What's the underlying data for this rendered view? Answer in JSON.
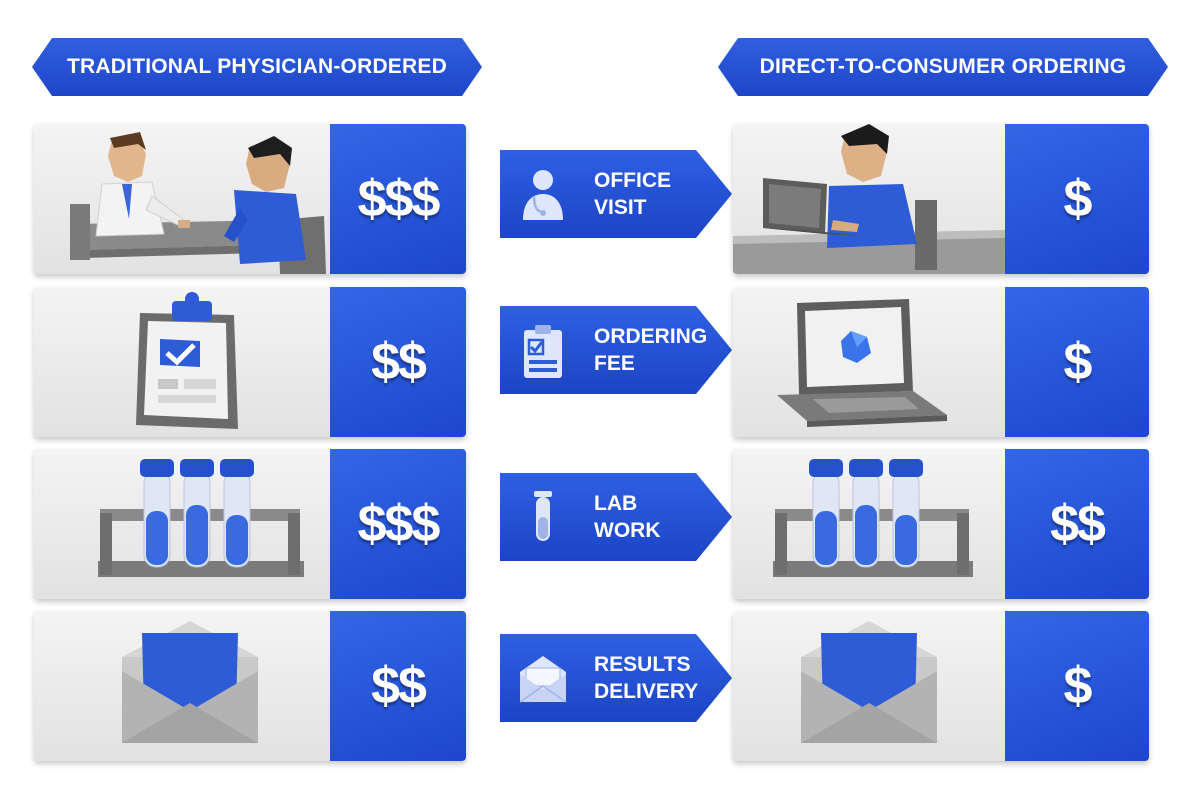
{
  "headers": {
    "traditional": "TRADITIONAL PHYSICIAN-ORDERED",
    "direct": "DIRECT-TO-CONSUMER ORDERING"
  },
  "rows": [
    {
      "step_line1": "OFFICE",
      "step_line2": "VISIT",
      "step_icon": "doctor-icon",
      "traditional_cost": "$$$",
      "traditional_icon": "doctor-patient-consultation-icon",
      "direct_cost": "$",
      "direct_icon": "person-at-laptop-icon"
    },
    {
      "step_line1": "ORDERING",
      "step_line2": "FEE",
      "step_icon": "clipboard-checklist-icon",
      "traditional_cost": "$$",
      "traditional_icon": "clipboard-checkmark-icon",
      "direct_cost": "$",
      "direct_icon": "laptop-icon"
    },
    {
      "step_line1": "LAB",
      "step_line2": "WORK",
      "step_icon": "test-tube-icon",
      "traditional_cost": "$$$",
      "traditional_icon": "test-tube-rack-icon",
      "direct_cost": "$$",
      "direct_icon": "test-tube-rack-icon"
    },
    {
      "step_line1": "RESULTS",
      "step_line2": "DELIVERY",
      "step_icon": "envelope-icon",
      "traditional_cost": "$$",
      "traditional_icon": "open-envelope-icon",
      "direct_cost": "$",
      "direct_icon": "open-envelope-icon"
    }
  ],
  "colors": {
    "accent": "#1e46c8",
    "accent_light": "#3366e6",
    "card_bg": "#ebebeb"
  }
}
